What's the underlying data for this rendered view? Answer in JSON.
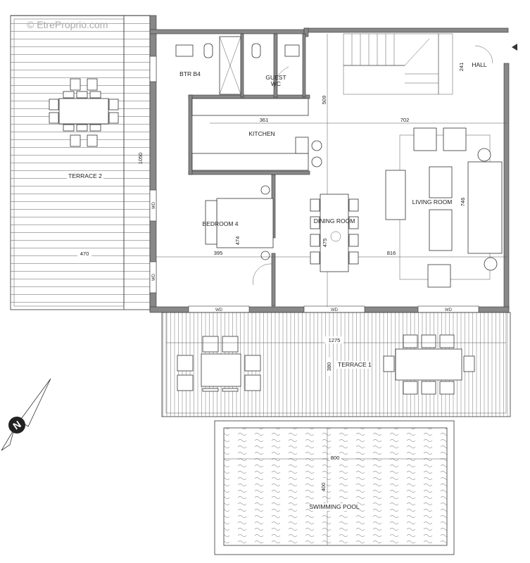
{
  "watermark": "© EtreProprio.com",
  "rooms": {
    "terrace_2": "TERRACE 2",
    "btr_b4": "BTR B4",
    "guest_wc_1": "GUEST",
    "guest_wc_2": "WC",
    "hall": "HALL",
    "kitchen": "KITCHEN",
    "living_room": "LIVING ROOM",
    "bedroom_4": "BEDROOM 4",
    "dining_room": "DINING ROOM",
    "terrace_1": "TERRACE 1",
    "swimming_pool": "SWIMMING POOL"
  },
  "dimensions": {
    "terrace2_width": "470",
    "terrace2_length": "1050",
    "hall": "241",
    "kitchen_height": "509",
    "kitchen_width": "361",
    "living_width": "702",
    "living_height": "746",
    "bedroom_height": "474",
    "dining_height": "475",
    "bedroom_width": "395",
    "dining_living_width": "816",
    "terrace1_width": "1275",
    "terrace1_depth": "380",
    "pool_width": "800",
    "pool_depth": "400"
  },
  "window_label": "WD",
  "compass": "N"
}
